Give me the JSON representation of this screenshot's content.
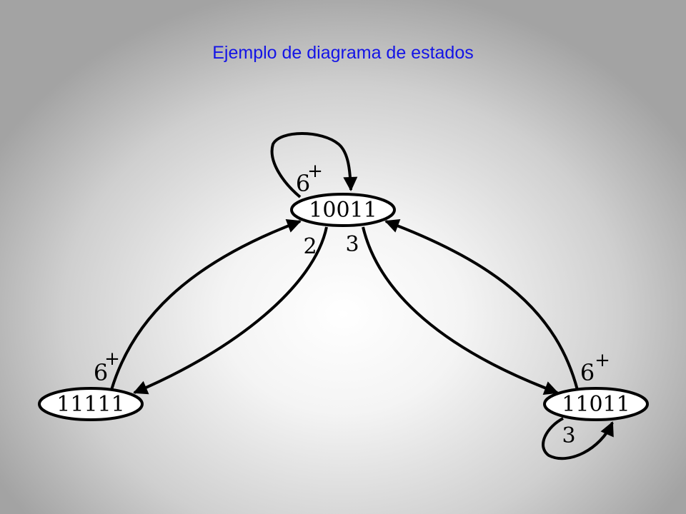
{
  "title": "Ejemplo de diagrama de estados",
  "states": {
    "top": "10011",
    "left": "11111",
    "right": "11011"
  },
  "labels": {
    "top_self_loop": "6",
    "top_self_loop_sup": "+",
    "top_to_left": "2",
    "top_to_right": "3",
    "left_to_top": "6",
    "left_to_top_sup": "+",
    "right_to_top": "6",
    "right_to_top_sup": "+",
    "right_self_loop": "3"
  },
  "colors": {
    "title": "#1414e6",
    "stroke": "#000000",
    "node_fill": "#ffffff"
  }
}
